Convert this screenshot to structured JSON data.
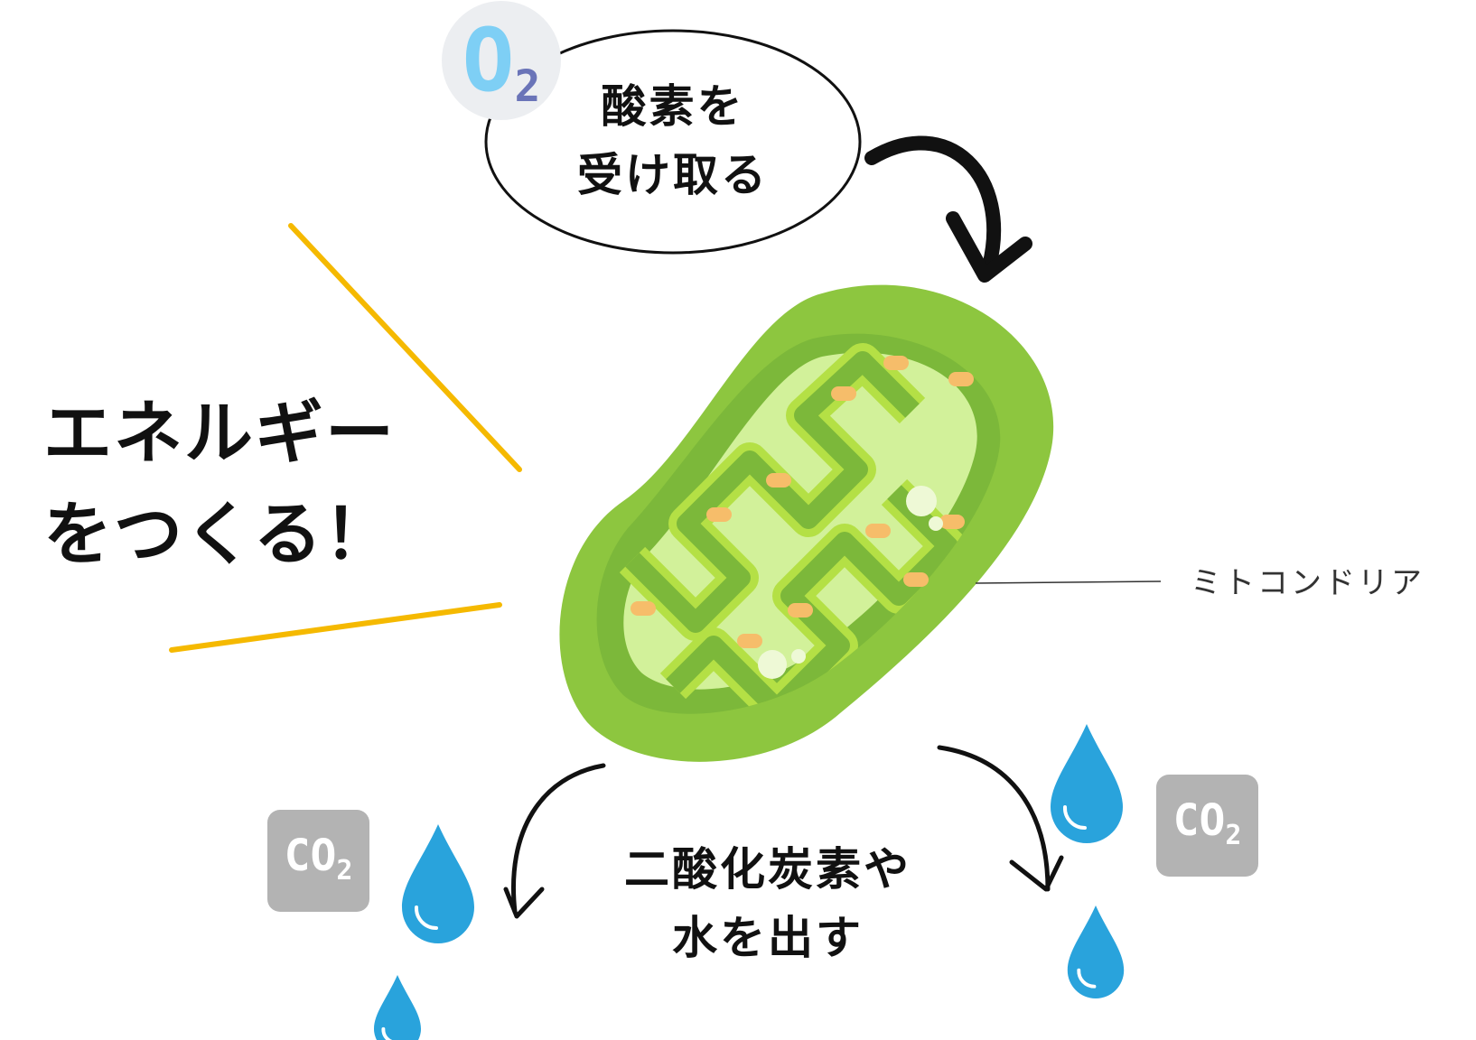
{
  "energy_label": {
    "line1": "エネルギー",
    "line2": "をつくる！"
  },
  "oxygen_bubble": {
    "line1": "酸素を",
    "line2": "受け取る"
  },
  "output_label": {
    "line1": "二酸化炭素や",
    "line2": "水を出す"
  },
  "mitochondria_label": "ミトコンドリア",
  "o2_badge": {
    "main": "O",
    "sub": "2"
  },
  "co2_badges": [
    {
      "main": "CO",
      "sub": "2"
    },
    {
      "main": "CO",
      "sub": "2"
    }
  ],
  "colors": {
    "outer_membrane": "#8dc63f",
    "inner_dark": "#7cb83a",
    "matrix": "#d2f19a",
    "inner_membrane": "#b4e045",
    "granule": "#f6bd6a",
    "accent_lines": "#f5b900",
    "water": "#29a3dc",
    "co2_badge": "#b3b3b3",
    "o2_text": "#7ecff5",
    "o2_sub": "#6a74b8"
  }
}
